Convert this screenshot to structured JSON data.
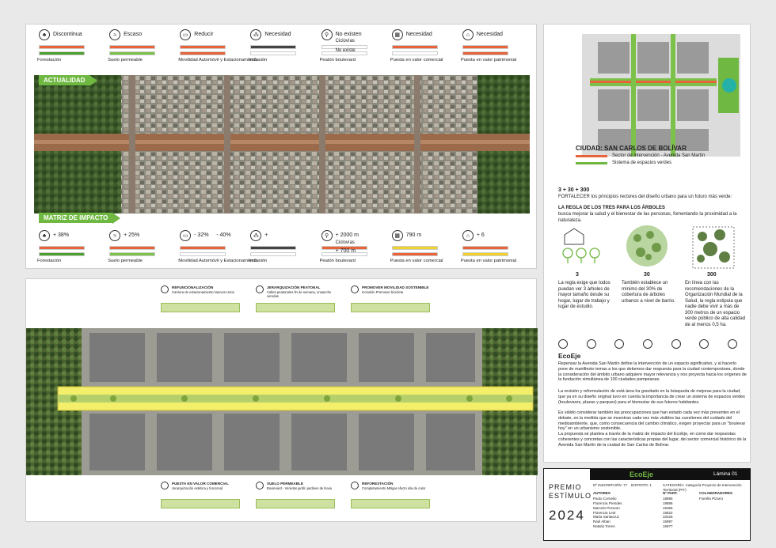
{
  "top": {
    "actualidad": "ACTUALIDAD",
    "matriz": "MATRIZ DE IMPACTO",
    "current": [
      {
        "icon": "tree-icon",
        "value": "Discontinua",
        "label": "Forestación",
        "c1": "#e8623a",
        "c2": "#4aa02c"
      },
      {
        "icon": "soil-icon",
        "value": "Escaso",
        "label": "Suelo permeable",
        "c1": "#e8623a",
        "c2": "#7cc24a"
      },
      {
        "icon": "car-icon",
        "value": "Reducir",
        "label": "Movilidad Automóvil y Estacionamiento",
        "c1": "#e8623a",
        "c2": "#e8623a"
      },
      {
        "icon": "people-icon",
        "value": "Necesidad",
        "label": "Inclusión",
        "c1": "#444",
        "c2": "#ffffff"
      },
      {
        "icon": "bike-icon",
        "value": "No existen",
        "label": "Peatón boulevard",
        "c1": "#ffffff",
        "c2": "#ffffff"
      },
      {
        "icon": "shop-icon",
        "value": "Necesidad",
        "label": "Puesta en valor comercial",
        "c1": "#e8623a",
        "c2": "#ffffff"
      },
      {
        "icon": "heritage-icon",
        "value": "Necesidad",
        "label": "Puesta en valor patrimonial",
        "c1": "#e8623a",
        "c2": "#e8623a"
      }
    ],
    "ciclovias": "Ciclovías",
    "no_existe": "No existe",
    "impact": [
      {
        "icon": "tree-icon",
        "value": "+ 38%",
        "label": "Forestación",
        "c1": "#e8623a",
        "c2": "#4aa02c"
      },
      {
        "icon": "soil-icon",
        "value": "+ 25%",
        "label": "Suelo permeable",
        "c1": "#e8623a",
        "c2": "#7cc24a"
      },
      {
        "icon": "car-icon",
        "value": "- 32%",
        "label": "Movilidad Automóvil y Estacionamiento",
        "c1": "#e8623a",
        "c2": "#ffffff"
      },
      {
        "icon": "people-icon",
        "value": "+",
        "label": "Inclusión",
        "c1": "#444",
        "c2": "#ffffff"
      },
      {
        "icon": "bike-icon",
        "value": "+ 2000 m",
        "label": "Peatón boulevard",
        "c1": "#e8623a",
        "c2": "#ffffff"
      },
      {
        "icon": "shop-icon",
        "value": "790 m",
        "label": "Puesta en valor comercial",
        "c1": "#f1d22b",
        "c2": "#e8623a"
      },
      {
        "icon": "heritage-icon",
        "value": "+ 6",
        "label": "Puesta en valor patrimonial",
        "c1": "#e8623a",
        "c2": "#f1d22b"
      }
    ],
    "impact_extra": {
      "e_val": "- 40%",
      "ciclovias": "Ciclovías",
      "peaton": "+ 700 m"
    }
  },
  "bottom": {
    "top_notes": [
      {
        "title": "REFUNCIONALIZACIÓN",
        "text": "Carriera de estacionamiento Nuevos Usos"
      },
      {
        "title": "JERARQUIZACIÓN PEATONAL",
        "text": "Calles peatonales fin de semana, ensanche veredas"
      },
      {
        "title": "PROMOVER MOVILIDAD SOSTENIBLE",
        "text": "Inclusión Promover bicicleta"
      }
    ],
    "bottom_notes": [
      {
        "title": "PUESTA EN VALOR COMERCIAL",
        "text": "Jerarquización estética y funcional"
      },
      {
        "title": "SUELO PERMEABLE",
        "text": "Boulevard - Veredas jardín jardines de lluvia"
      },
      {
        "title": "REFORESTACIÓN",
        "text": "Completamiento Mitigar efecto isla de calor"
      }
    ]
  },
  "side": {
    "city": "CIUDAD: SAN CARLOS DE BOLÍVAR",
    "legend1": "Sector de intervención - Avenida San Martín",
    "legend2": "Sistema de espacios verdes",
    "formula": "3 + 30 + 300",
    "formula_text": "FORTALECER los principios rectores del diseño urbano para un futuro más verde:",
    "rule_title": "LA REGLA DE LOS TRES PARA LOS ÁRBOLES",
    "rule_text": "busca mejorar la salud y el bienestar de las personas, fomentando la proximidad a la naturaleza.",
    "nums": [
      "3",
      "30",
      "300"
    ],
    "col1": "La regla exige que todos puedan ver 3 árboles de mayor tamaño desde su hogar, lugar de trabajo y lugar de estudio.",
    "col2": "También establece un mínimo del 30% de cobertura de árboles urbanos a nivel de barrio.",
    "col3": "En línea con las recomendaciones de la Organización Mundial de la Salud, la regla estipula que nadie debe vivir a más de 300 metros de un espacio verde público de alta calidad de al menos 0,5 ha.",
    "ecoeje_title": "EcoEje",
    "p1": "Repensar la Avenida San Martín define la intervención de un espacio significativo, y al hacerlo pone de manifiesto temas a los que debemos dar respuesta para la ciudad contemporánea, donde la consideración del ámbito urbano adquiere mayor relevancia y nos proyecta hacia los orígenes de la fundación simultánea de 100 ciudades pampeanas.",
    "p2": "La revisión y reformulación de está área ha gravitado en la búsqueda de mejoras para la ciudad, que ya en su diseño original tuvo en cuenta la importancia de crear un sistema de espacios verdes (boulevares, plazas y parques) para el bienestar de sus futuros habitantes.",
    "p3": "Es válido considerar también las preocupaciones que han estado cada vez más presentes en el debate, en la medida que se muestran cada vez más visibles las cuestiones del cuidado del medioambiente, que, como consecuencia del cambio climático, exigen proyectar para un \"boulevar hoy\" en un urbanismo sostenible.",
    "p4": "La propuesta se plantea a través de la matriz de impacto del EcoEje, en como dar respuestas coherentes y concretas con las características propias del lugar, del sector comercial histórico de la Avenida San Martín de la ciudad de San Carlos de Bolívar."
  },
  "credits": {
    "premio": "PREMIO",
    "estimulo": "ESTÍMULO",
    "year": "2024",
    "brand": "EcoEje",
    "lamina": "Lámina 01",
    "inscripcion": "Nº INSCRIPCIÓN: 77",
    "distrito": "DISTRITO: 1",
    "categoria": "CATEGORÍA: Categoría Proyecto de Intervención Territorial (PIT)",
    "autores_h": "AUTORES",
    "matricula_h": "Nº PART.",
    "colab_h": "COLABORADORES",
    "autores": [
      "Paolo Cornelio",
      "Florencia Prendes",
      "Marcelo Persson",
      "Florencia Lent",
      "Marta Santacruz",
      "Raúl Alban",
      "Natalia Torres"
    ],
    "matriculas": [
      "18885",
      "18886",
      "15366",
      "15822",
      "33425",
      "16997",
      "16977"
    ],
    "colab": "Fiorella Pizarro"
  },
  "colors": {
    "green": "#6fb841",
    "orange": "#e8623a",
    "yellow": "#f1d22b"
  }
}
